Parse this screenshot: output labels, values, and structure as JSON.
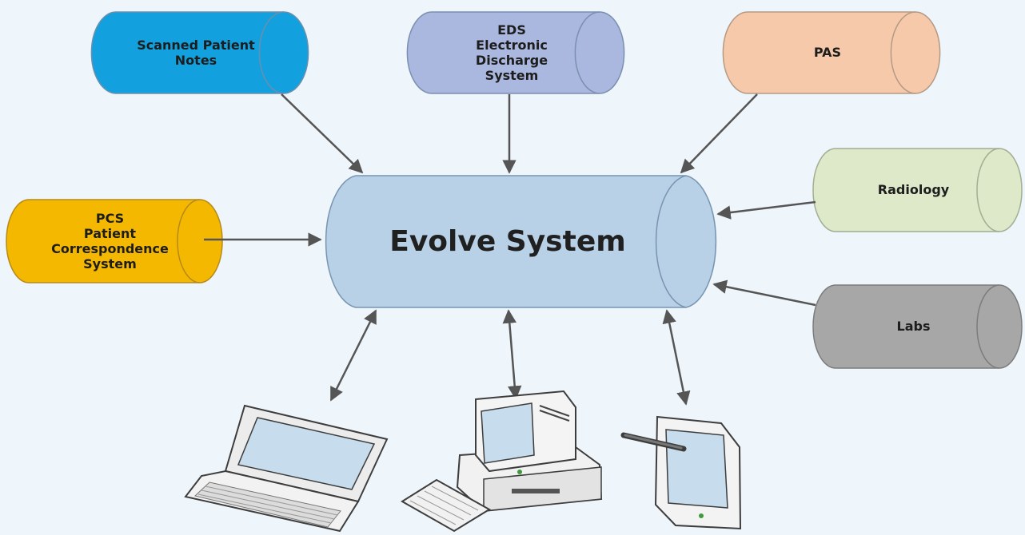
{
  "diagram": {
    "center": {
      "label": "Evolve System"
    },
    "sources": [
      {
        "id": "scanned",
        "label": "Scanned Patient\nNotes",
        "color": "#12a1de"
      },
      {
        "id": "eds",
        "label": "EDS\nElectronic\nDischarge\nSystem",
        "color": "#aab7de"
      },
      {
        "id": "pas",
        "label": "PAS",
        "color": "#f5c9a9"
      },
      {
        "id": "radiology",
        "label": "Radiology",
        "color": "#dde9c9"
      },
      {
        "id": "labs",
        "label": "Labs",
        "color": "#a7a7a7"
      },
      {
        "id": "pcs",
        "label": "PCS\nPatient\nCorrespondence\nSystem",
        "color": "#f5b800"
      }
    ],
    "center_color": "#b8d1e6",
    "devices": [
      {
        "id": "laptop",
        "icon": "laptop-icon"
      },
      {
        "id": "desktop",
        "icon": "desktop-computer-icon"
      },
      {
        "id": "tablet",
        "icon": "tablet-stylus-icon"
      }
    ]
  }
}
